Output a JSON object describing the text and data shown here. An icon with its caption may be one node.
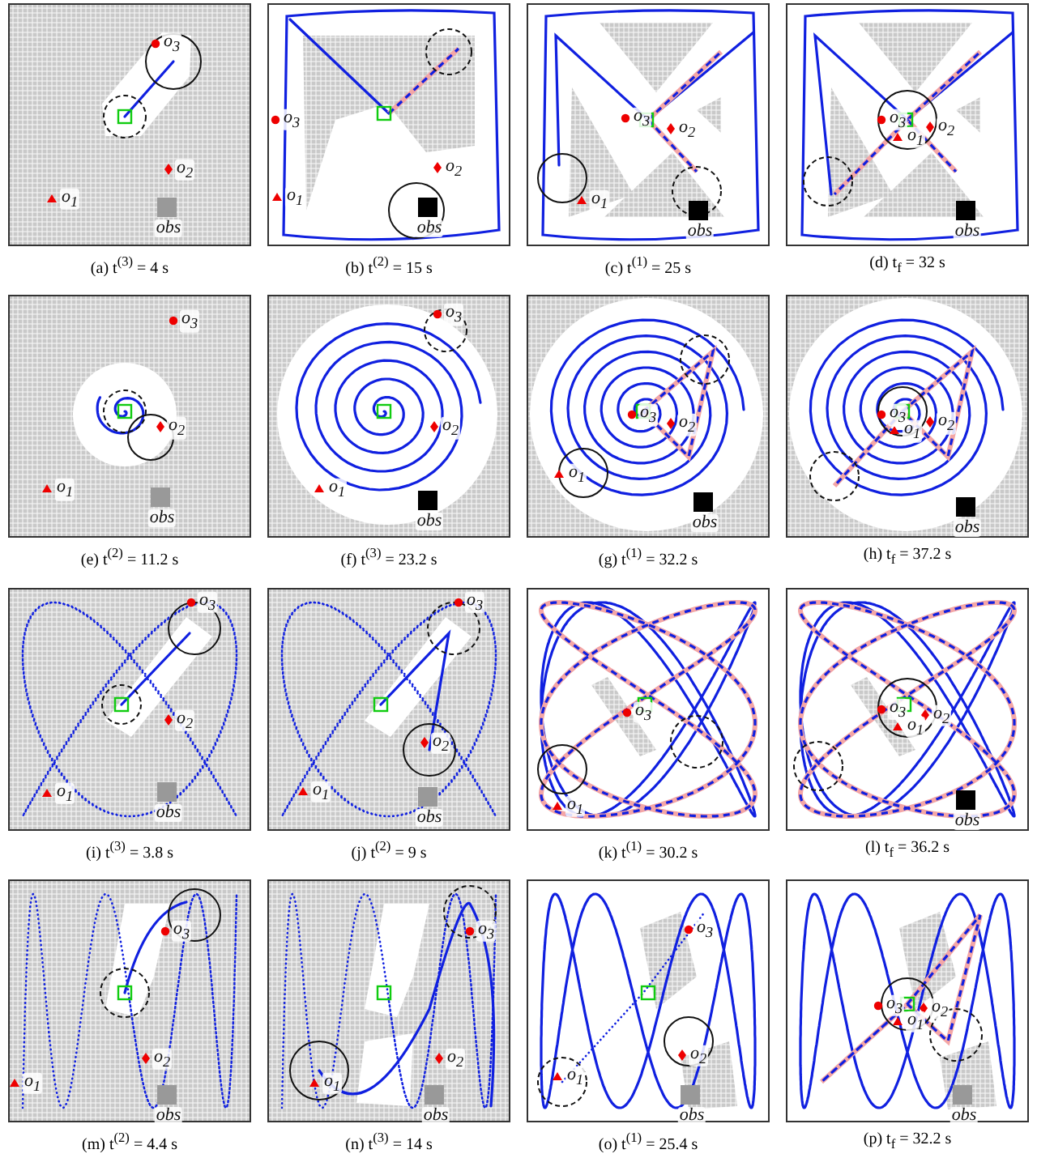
{
  "diagram": {
    "nodes": [
      {
        "text": [
          "o$_{3}$",
          "o$_{2}$",
          "o$_{1}$",
          "obs"
        ],
        "beside": [
          "(a) t$^{(3)}$ = 4 s"
        ]
      },
      {
        "text": [
          "o$_{3}$",
          "o$_{2}$",
          "o$_{1}$",
          "obs"
        ],
        "beside": [
          "(b) t$^{(2)}$ = 15 s"
        ]
      },
      {
        "text": [
          "o$_{3}$",
          "o$_{2}$",
          "o$_{1}$",
          "obs"
        ],
        "beside": [
          "(c) t$^{(1)}$ = 25 s"
        ]
      },
      {
        "text": [
          "o$_{3}$",
          "o$_{2}$",
          "o$_{1}$",
          "obs"
        ],
        "beside": [
          "(d) t$_{f}$ = 32 s"
        ]
      },
      {
        "text": [
          "o$_{3}$",
          "o$_{2}$",
          "o$_{1}$",
          "obs"
        ],
        "beside": [
          "(e) t$^{(2)}$ = 11.2 s"
        ]
      },
      {
        "text": [
          "o$_{3}$",
          "o$_{2}$",
          "o$_{1}$",
          "obs"
        ],
        "beside": [
          "(f) t$^{(3)}$ = 23.2 s"
        ]
      },
      {
        "text": [
          "o$_{3}$",
          "o$_{2}$",
          "o$_{1}$",
          "obs"
        ],
        "beside": [
          "(g) t$^{(1)}$ = 32.2 s"
        ]
      },
      {
        "text": [
          "o$_{3}$",
          "o$_{2}$",
          "o$_{1}$",
          "obs"
        ],
        "beside": [
          "(h) t$_{f}$ = 37.2 s"
        ]
      },
      {
        "text": [
          "o$_{3}$",
          "o$_{2}$",
          "o$_{1}$",
          "obs"
        ],
        "beside": [
          "(i) t$^{(3)}$ = 3.8 s"
        ]
      },
      {
        "text": [
          "o$_{3}$",
          "o$_{2}$",
          "o$_{1}$",
          "obs"
        ],
        "beside": [
          "(j) t$^{(2)}$ = 9 s"
        ]
      },
      {
        "text": [
          "o$_{3}$",
          "o$_{1}$"
        ],
        "beside": [
          "(k) t$^{(1)}$ = 30.2 s"
        ]
      },
      {
        "text": [
          "o$_{3}$",
          "o$_{2}$",
          "o$_{1}$",
          "obs"
        ],
        "beside": [
          "(l) t$_{f}$ = 36.2 s"
        ]
      },
      {
        "text": [
          "o$_{3}$",
          "o$_{2}$",
          "o$_{1}$",
          "obs"
        ],
        "beside": [
          "(m) t$^{(2)}$ = 4.4 s"
        ]
      },
      {
        "text": [
          "o$_{3}$",
          "o$_{2}$",
          "o$_{1}$",
          "obs"
        ],
        "beside": [
          "(n) t$^{(3)}$ = 14 s"
        ]
      },
      {
        "text": [
          "o$_{3}$",
          "o$_{2}$",
          "o$_{1}$",
          "obs"
        ],
        "beside": [
          "(o) t$^{(1)}$ = 25.4 s"
        ]
      },
      {
        "text": [
          "o$_{3}$",
          "o$_{2}$",
          "o$_{1}$",
          "obs"
        ],
        "beside": [
          "(p) t$_{f}$ = 32.2 s"
        ]
      }
    ]
  }
}
